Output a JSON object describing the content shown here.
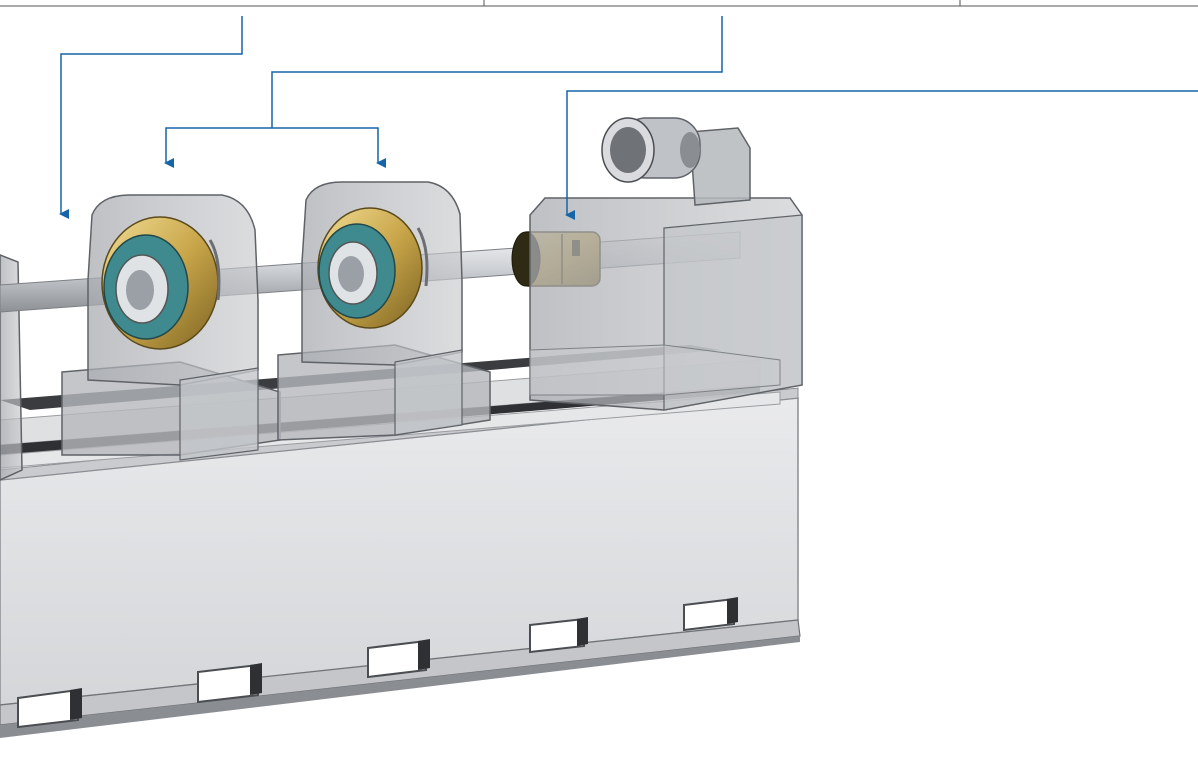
{
  "colors": {
    "callout": "#1565a8",
    "frame_line": "#555555",
    "block_fill": "#b9bcc0",
    "block_edge": "#5f6368",
    "base_light": "#e4e5e7",
    "base_mid": "#cfd1d4",
    "base_dark": "#8a8d92",
    "rail_dark": "#2e3033",
    "shaft": "#d9dbde",
    "bearing_gold": "#c9a64a",
    "bearing_teal": "#3f8a8f"
  },
  "icons": {
    "callout_arrow": "triangle-down-arrow",
    "motor": "servo-motor-icon",
    "coupling": "shaft-coupling-icon"
  },
  "callouts": [
    {
      "name": "callout-shaft"
    },
    {
      "name": "callout-bearing-blocks"
    },
    {
      "name": "callout-coupling"
    }
  ]
}
